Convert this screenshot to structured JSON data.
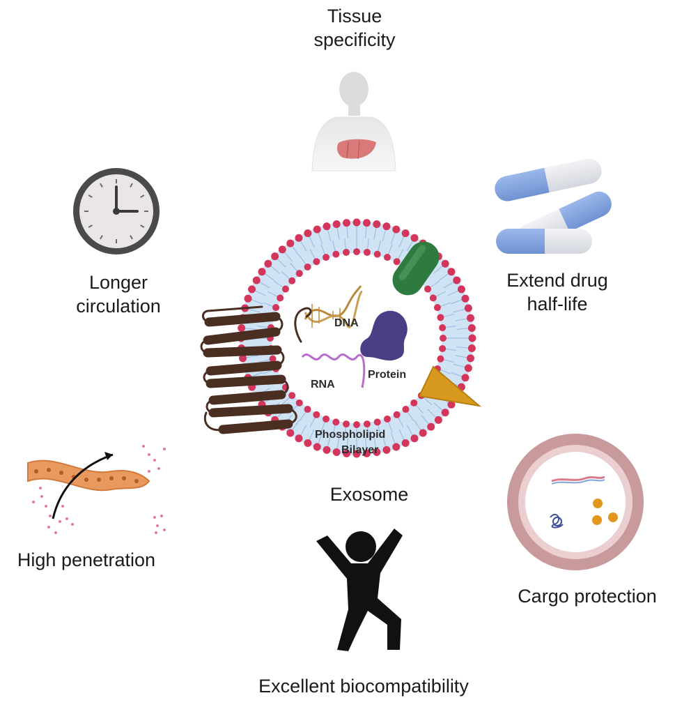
{
  "labels": {
    "tissue_line1": "Tissue",
    "tissue_line2": "specificity",
    "circulation_line1": "Longer",
    "circulation_line2": "circulation",
    "drug_line1": "Extend drug",
    "drug_line2": "half-life",
    "penetration": "High penetration",
    "cargo": "Cargo protection",
    "biocompat": "Excellent biocompatibility",
    "exosome": "Exosome"
  },
  "exosome_parts": {
    "dna": "DNA",
    "rna": "RNA",
    "protein": "Protein",
    "bilayer_line1": "Phospholipid",
    "bilayer_line2": "Bilayer"
  },
  "colors": {
    "lipid_head": "#d4355a",
    "bilayer_fill": "#cfe3f5",
    "receptor": "#4a2e22",
    "green_protein": "#2f7a3f",
    "orange_protein": "#d89a1e",
    "protein_blob": "#4a3f85",
    "dna": "#b8893a",
    "rna": "#b86ccc",
    "capsule_blue": "#7fa3de",
    "capsule_gray": "#e3e5ea",
    "cargo_ring": "#c99a9b"
  },
  "icons": [
    "human-body-liver-icon",
    "clock-icon",
    "capsules-icon",
    "tissue-penetration-icon",
    "cargo-vesicle-icon",
    "person-celebrating-icon"
  ]
}
